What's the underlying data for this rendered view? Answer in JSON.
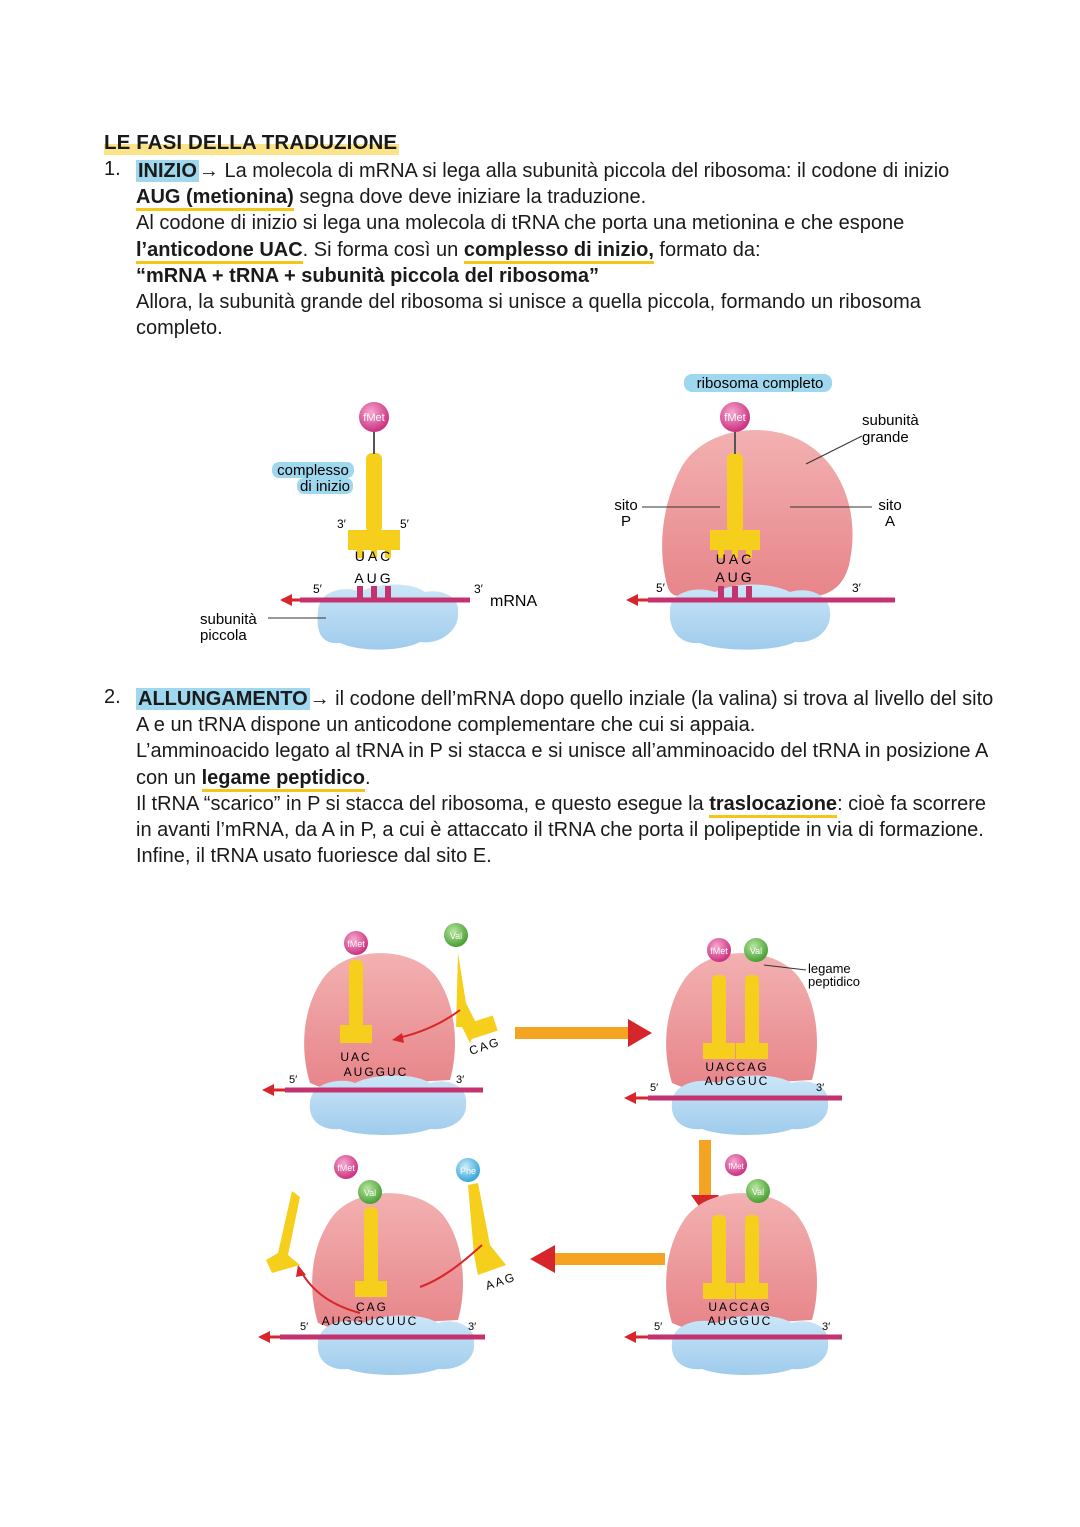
{
  "title": "LE FASI DELLA TRADUZIONE",
  "step1": {
    "number": "1.",
    "label": "INIZIO",
    "arrow": "→",
    "t1": " La molecola di mRNA si lega alla subunità piccola del ribosoma: il codone di inizio ",
    "aug": "AUG (metionina)",
    "t2": " segna dove deve iniziare la traduzione.",
    "t3": "Al codone di inizio si lega una molecola di tRNA che porta una metionina e che espone ",
    "anticodon": "l’anticodone UAC",
    "t4": ". Si forma così un ",
    "complex": "complesso di inizio,",
    "t5": " formato da:",
    "formula": "“mRNA + tRNA + subunità piccola del ribosoma”",
    "t6": "Allora, la subunità grande del ribosoma si unisce a quella piccola, formando un ribosoma completo."
  },
  "fig1": {
    "complex_label_1": "complesso",
    "complex_label_2": "di inizio",
    "small_subunit_1": "subunità",
    "small_subunit_2": "piccola",
    "mrna": "mRNA",
    "fmet": "fMet",
    "anticodon": "UAC",
    "codon": "AUG",
    "five": "5′",
    "three": "3′",
    "ribosome_complete": "ribosoma completo",
    "large_subunit_1": "subunità",
    "large_subunit_2": "grande",
    "site_p_1": "sito",
    "site_p_2": "P",
    "site_a_1": "sito",
    "site_a_2": "A"
  },
  "step2": {
    "number": "2.",
    "label": "ALLUNGAMENTO",
    "arrow": "→",
    "t1": " il codone dell’mRNA dopo quello inziale (la valina) si trova al livello del sito A e un tRNA dispone un anticodone complementare che cui si appaia.",
    "t2": "L’amminoacido legato al tRNA in P si stacca e si unisce all’amminoacido del tRNA in posizione A con un ",
    "peptide": "legame peptidico",
    "t3": ".",
    "t4": "Il tRNA “scarico” in P si stacca del ribosoma, e questo esegue la ",
    "transloc": "traslocazione",
    "t5": ": cioè fa scorrere in avanti l’mRNA, da A in P, a cui è attaccato il tRNA che porta il polipeptide in via di formazione. Infine, il tRNA usato fuoriesce dal sito E."
  },
  "fig2": {
    "fmet": "fMet",
    "val": "Val",
    "phe": "Phe",
    "uac": "UAC",
    "cag": "CAG",
    "aag": "AAG",
    "augguc": "AUGGUC",
    "uaccag": "UACCAG",
    "augguc_uuc": "AUGGUCUUC",
    "peptide_1": "legame",
    "peptide_2": "peptidico",
    "five": "5′",
    "three": "3′"
  },
  "colors": {
    "highlight_blue": "#9fd7ee",
    "highlight_yellow": "#fbe38a",
    "underline": "#f5c518",
    "ribosome_large": "#e98a8e",
    "ribosome_small": "#a9d3ef",
    "trna": "#f6cf1c",
    "mrna": "#c2336f",
    "arrow_red": "#d7262b"
  }
}
